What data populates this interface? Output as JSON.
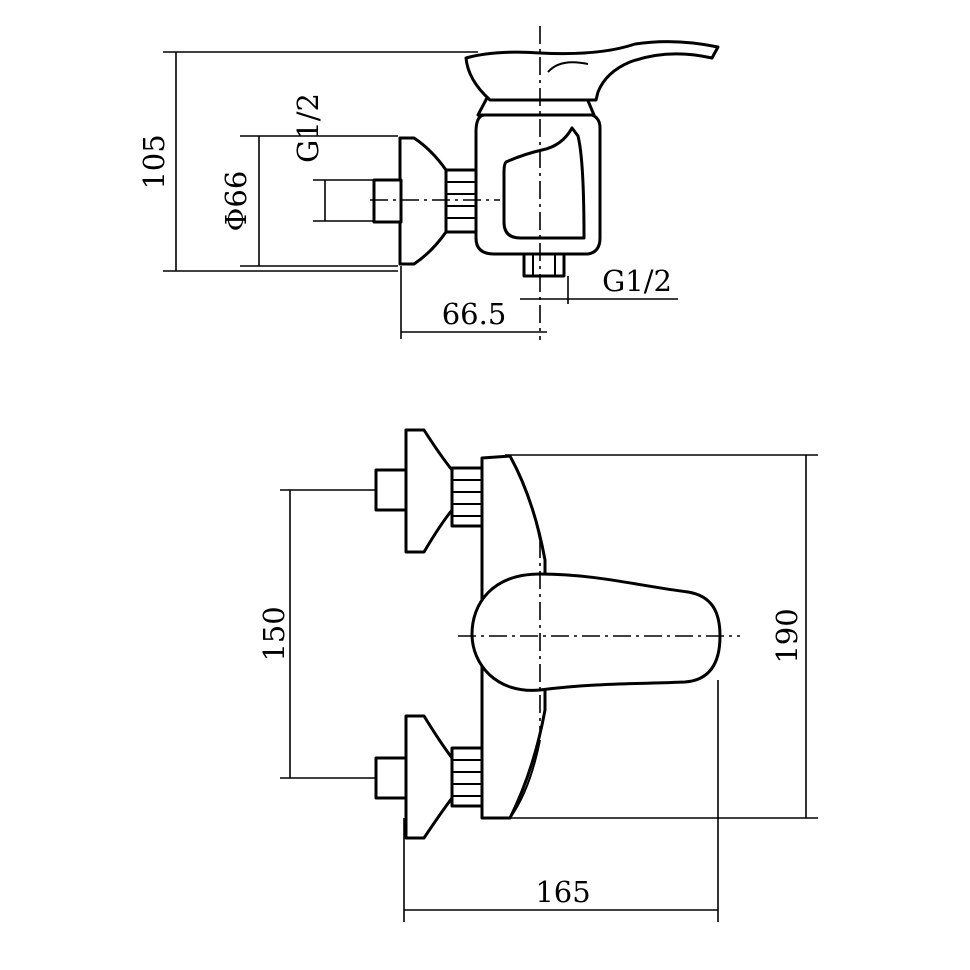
{
  "side_view": {
    "height_label": "105",
    "diameter_label": "Φ66",
    "inlet_thread_label": "G1/2",
    "depth_label": "66.5",
    "outlet_thread_label": "G1/2"
  },
  "top_view": {
    "inlet_spacing_label": "150",
    "body_length_label": "190",
    "width_label": "165"
  }
}
